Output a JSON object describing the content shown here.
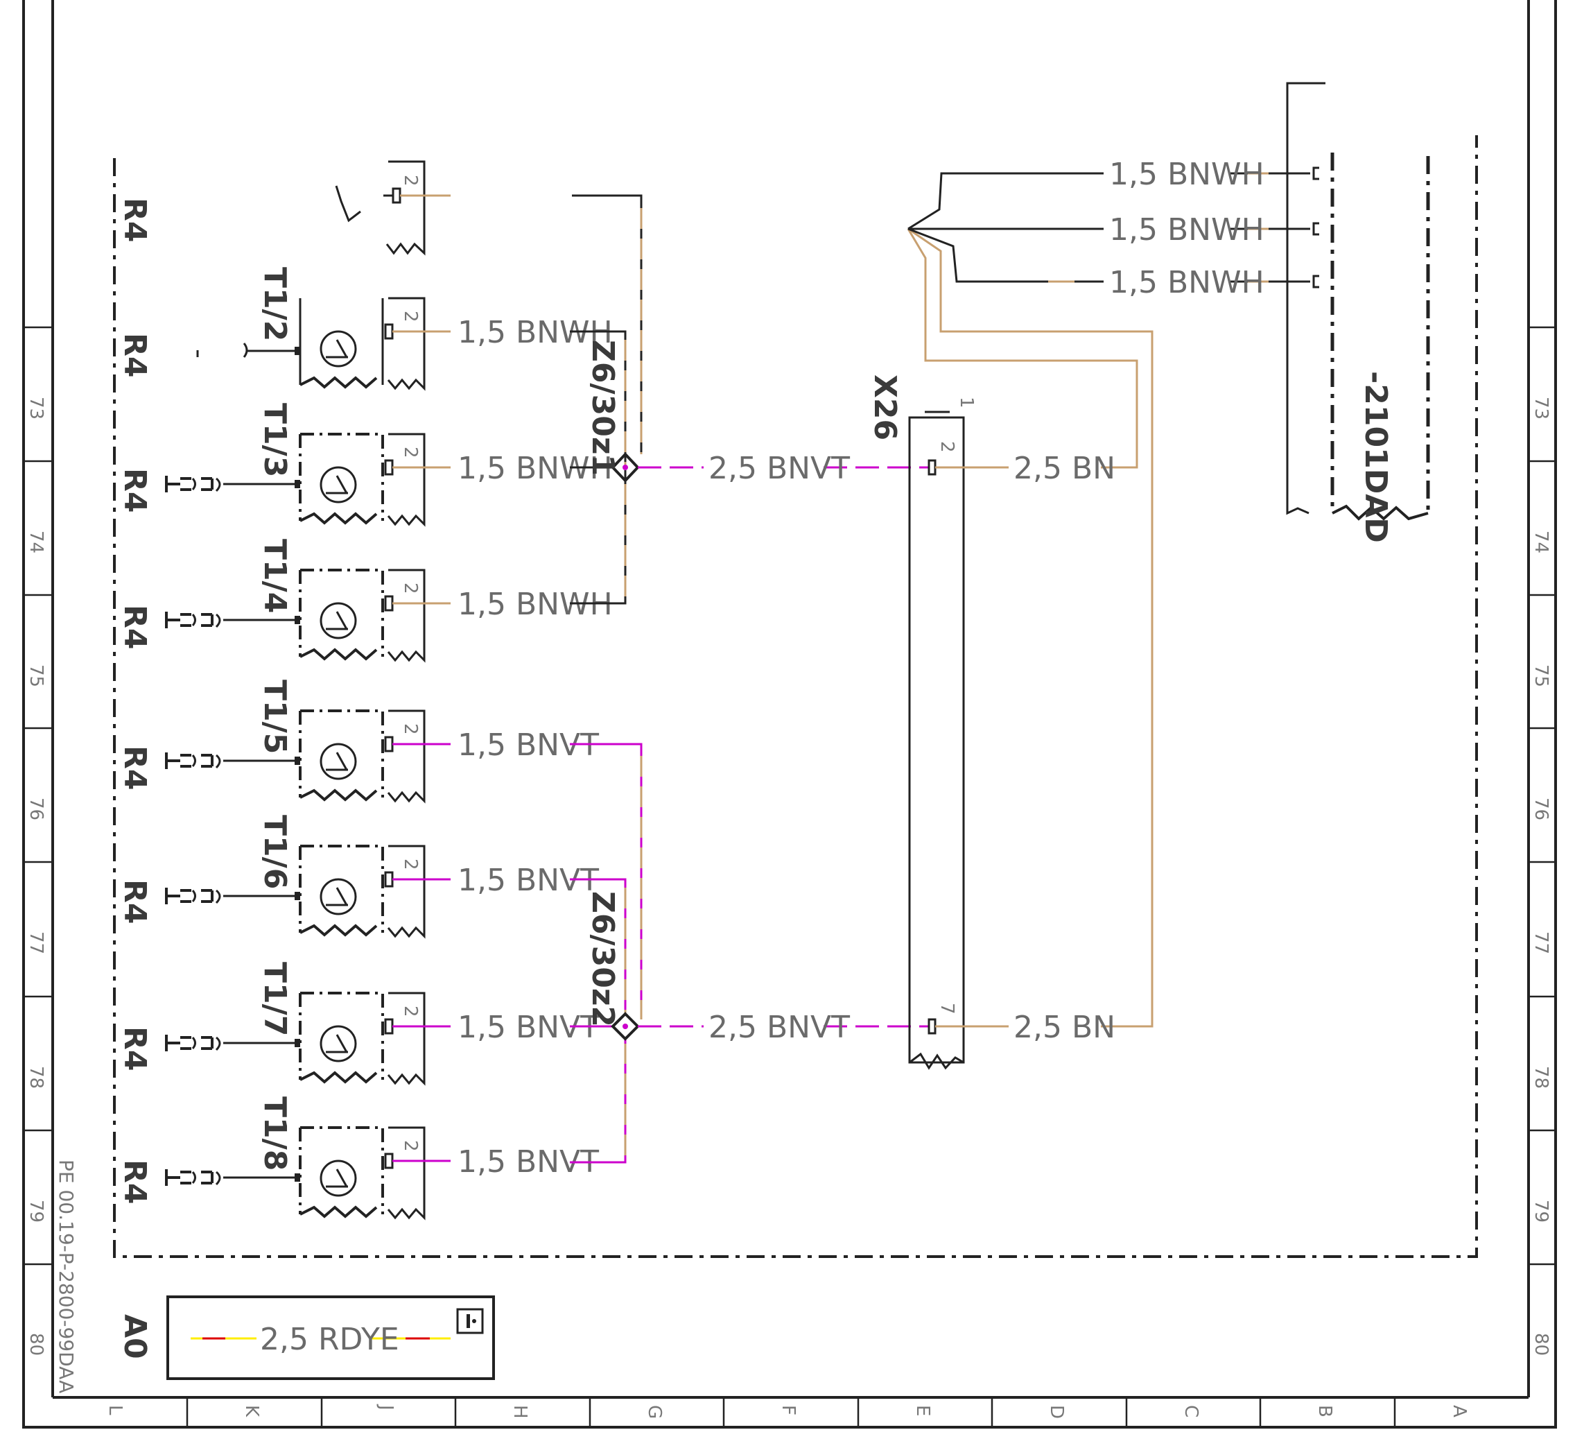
{
  "drawing_id": "PE 00.19-P-2800-99DAA",
  "grid": {
    "rows": [
      "73",
      "74",
      "75",
      "76",
      "77",
      "78",
      "79",
      "80"
    ],
    "columns": [
      "L",
      "K",
      "J",
      "H",
      "G",
      "F",
      "E",
      "D",
      "C",
      "B",
      "A"
    ]
  },
  "colors": {
    "frame": "#222222",
    "brown": "#c8a070",
    "violet": "#cc00cc",
    "red": "#dd0000",
    "yellow": "#ffee00",
    "label": "#6a6a6a"
  },
  "components": {
    "r4": "R4",
    "a0": "A0",
    "x26": "X26",
    "module": "-2101DAD",
    "splice1": "Z6/30z1",
    "splice2": "Z6/30z2"
  },
  "sensors": [
    {
      "id": "T1/2",
      "pin": "2",
      "wire": "1,5 BNWH"
    },
    {
      "id": "T1/3",
      "pin": "2",
      "wire": "1,5 BNWH"
    },
    {
      "id": "T1/4",
      "pin": "2",
      "wire": "1,5 BNWH"
    },
    {
      "id": "T1/5",
      "pin": "2",
      "wire": "1,5 BNVT"
    },
    {
      "id": "T1/6",
      "pin": "2",
      "wire": "1,5 BNVT"
    },
    {
      "id": "T1/7",
      "pin": "2",
      "wire": "1,5 BNVT"
    },
    {
      "id": "T1/8",
      "pin": "2",
      "wire": "1,5 BNVT"
    }
  ],
  "top_connector_pin": "2",
  "x26_connector": {
    "pins": [
      "1",
      "2",
      "7"
    ],
    "left_wires": [
      "2,5 BNVT",
      "2,5 BNVT"
    ],
    "right_wires": [
      "2,5 BN",
      "2,5 BN"
    ]
  },
  "module_wires": [
    "1,5 BNWH",
    "1,5 BNWH",
    "1,5 BNWH"
  ],
  "legend": {
    "wire": "2,5 RDYE"
  }
}
